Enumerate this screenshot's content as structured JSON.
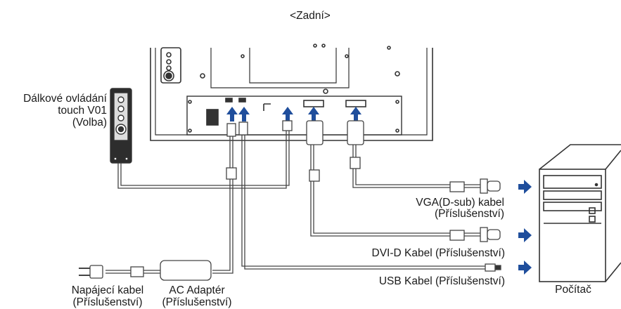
{
  "diagram": {
    "title": "<Zadní>",
    "remote_label": [
      "Dálkové ovládání",
      "touch V01",
      "(Volba)"
    ],
    "vga_label": [
      "VGA(D-sub) kabel",
      "(Příslušenství)"
    ],
    "dvi_label": "DVI-D Kabel (Příslušenství)",
    "usb_label": "USB Kabel (Příslušenství)",
    "power_cable_label": [
      "Napájecí kabel",
      "(Příslušenství)"
    ],
    "adapter_label": [
      "AC Adaptér",
      "(Příslušenství)"
    ],
    "computer_label": "Počítač"
  },
  "colors": {
    "arrow": "#1f4e9c",
    "line": "#333333",
    "cable": "#555555",
    "panel": "#f4f4f4"
  }
}
